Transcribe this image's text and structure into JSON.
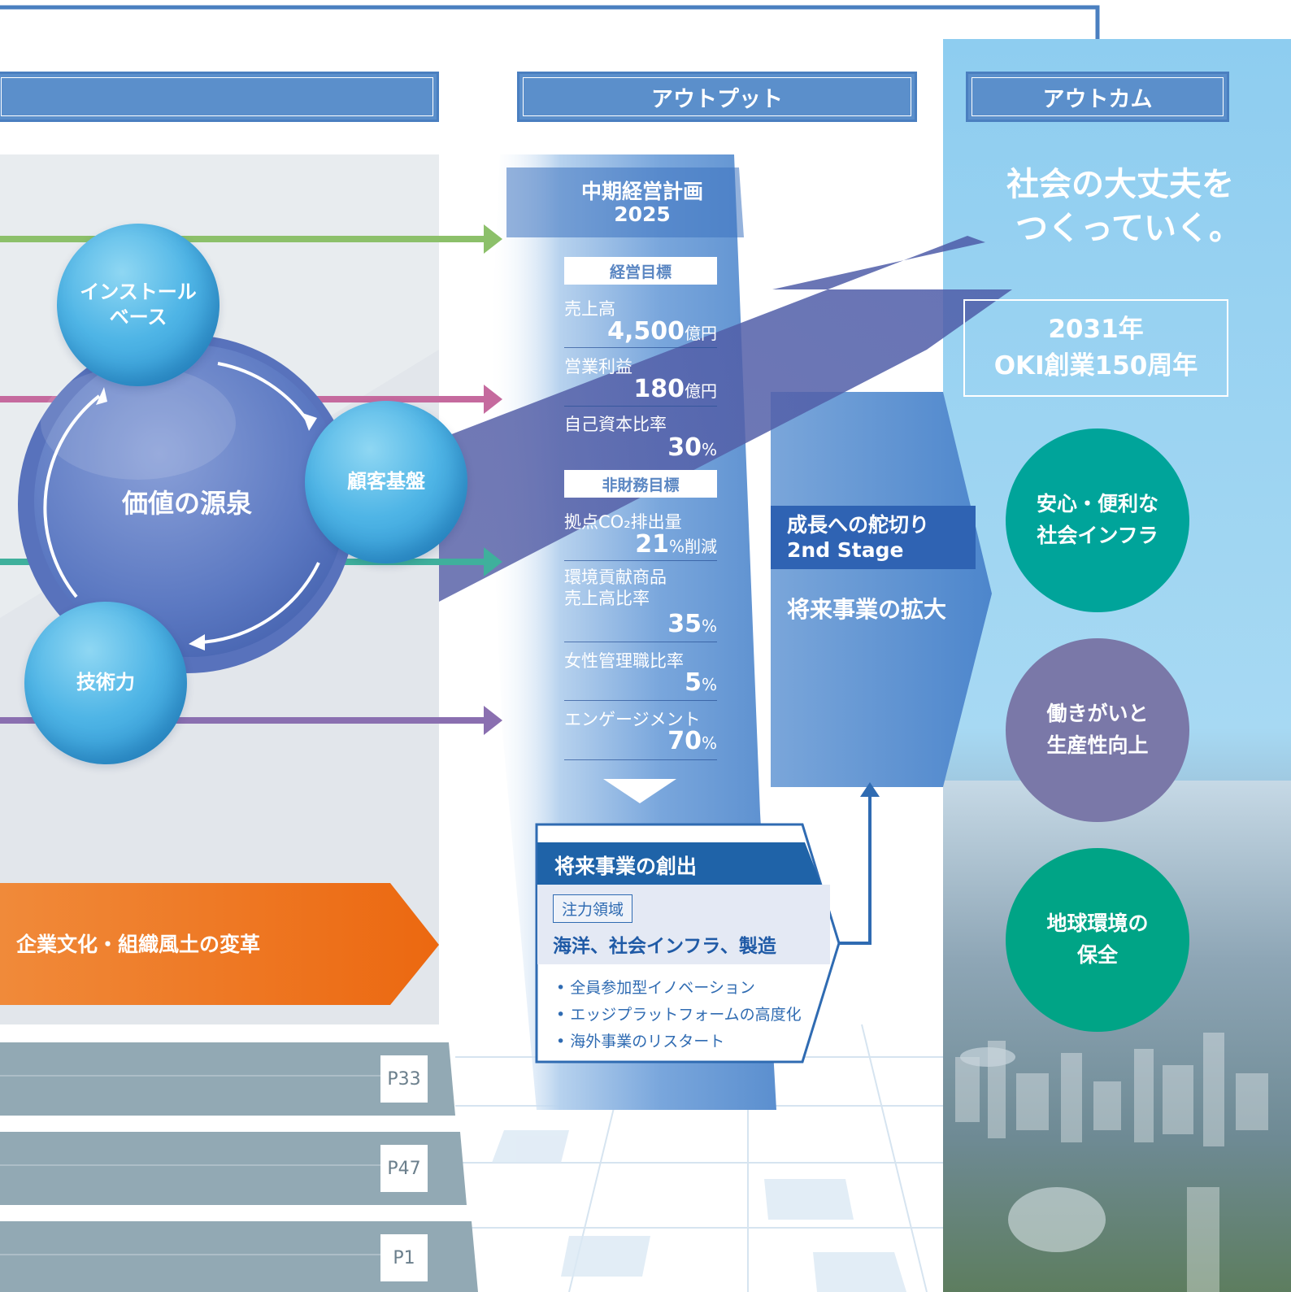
{
  "headers": {
    "output": "アウトプット",
    "outcome": "アウトカム"
  },
  "spheres": {
    "install_base": [
      "インストール",
      "ベース"
    ],
    "customer_base": "顧客基盤",
    "technology": "技術力",
    "center": "価値の源泉"
  },
  "culture_banner": "企業文化・組織風土の変革",
  "page_refs": [
    "P33",
    "P47",
    "P1"
  ],
  "plan": {
    "title": [
      "中期経営計画",
      "2025"
    ],
    "management_targets_label": "経営目標",
    "management_targets": [
      {
        "label": "売上高",
        "value": "4,500",
        "unit": "億円"
      },
      {
        "label": "営業利益",
        "value": "180",
        "unit": "億円"
      },
      {
        "label": "自己資本比率",
        "value": "30",
        "unit": "%"
      }
    ],
    "nonfinancial_targets_label": "非財務目標",
    "nonfinancial_targets": [
      {
        "label": "拠点CO₂排出量",
        "value": "21",
        "unit": "%削減"
      },
      {
        "label": "環境貢献商品\n売上高比率",
        "value": "35",
        "unit": "%"
      },
      {
        "label": "女性管理職比率",
        "value": "5",
        "unit": "%"
      },
      {
        "label": "エンゲージメント",
        "value": "70",
        "unit": "%"
      }
    ]
  },
  "growth": {
    "stage": [
      "成長への舵切り",
      "2nd Stage"
    ],
    "expansion": "将来事業の拡大"
  },
  "future": {
    "title": "将来事業の創出",
    "focus_label": "注力領域",
    "focus_areas": "海洋、社会インフラ、製造",
    "bullets": [
      "全員参加型イノベーション",
      "エッジプラットフォームの高度化",
      "海外事業のリスタート"
    ]
  },
  "outcome": {
    "slogan": [
      "社会の大丈夫を",
      "つくっていく。"
    ],
    "anniversary": [
      "2031年",
      "OKI創業150周年"
    ],
    "goals": [
      {
        "label": [
          "安心・便利な",
          "社会インフラ"
        ],
        "color": "#00a49a"
      },
      {
        "label": [
          "働きがいと",
          "生産性向上"
        ],
        "color": "#7a78a8"
      },
      {
        "label": [
          "地球環境の",
          "保全"
        ],
        "color": "#00a486"
      }
    ]
  },
  "colors": {
    "header_blue": "#5b8fcb",
    "outcome_sky": "#8ecdf0",
    "culture_orange": "#ec6d12",
    "arrow_green": "#8cc06a",
    "arrow_pink": "#c56a9e",
    "arrow_teal": "#3fb09c",
    "arrow_purple": "#8a6fb0",
    "page_gray": "#92a9b4"
  }
}
